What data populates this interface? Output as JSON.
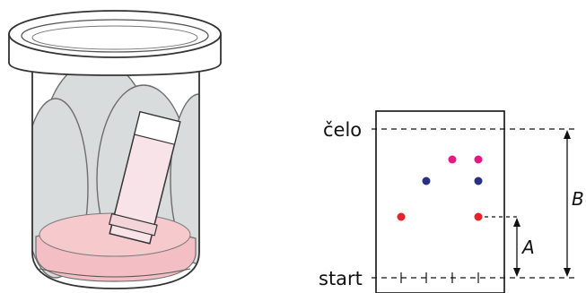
{
  "diagram": {
    "labels": {
      "front": "čelo",
      "start": "start",
      "distance_a": "A",
      "distance_b": "B"
    },
    "colors": {
      "spot_red": "#e8222b",
      "spot_magenta": "#e51984",
      "spot_blue": "#2a2f86",
      "solvent": "#f3bfc4",
      "strip": "#f8e4e8",
      "glass_shadow": "#d9dcdc",
      "ink": "#111111"
    },
    "columns": [
      {
        "spots": [
          "red"
        ]
      },
      {
        "spots": [
          "blue"
        ]
      },
      {
        "spots": [
          "magenta"
        ]
      },
      {
        "spots": [
          "red",
          "blue",
          "magenta"
        ]
      }
    ]
  }
}
